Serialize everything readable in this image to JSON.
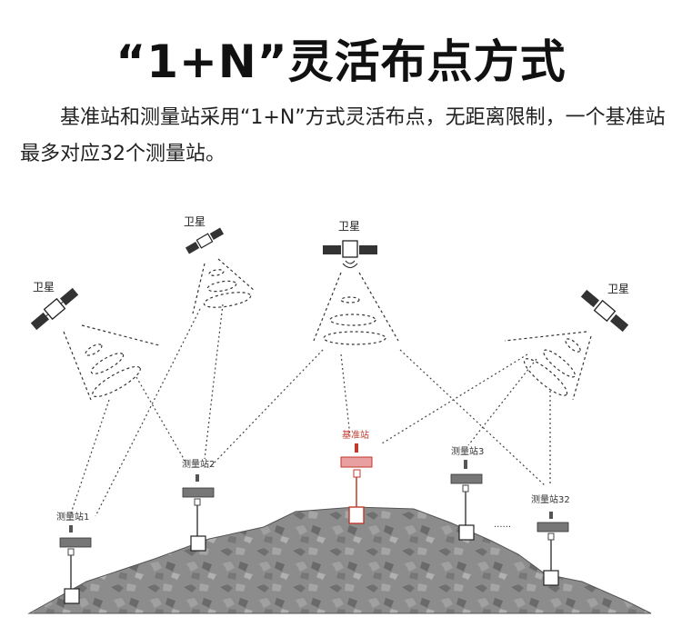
{
  "header": {
    "title": "“1+N”灵活布点方式",
    "description": "基准站和测量站采用“1+N”方式灵活布点，无距离限制，一个基准站最多对应32个测量站。"
  },
  "diagram": {
    "satellites": [
      {
        "label": "卫星"
      },
      {
        "label": "卫星"
      },
      {
        "label": "卫星"
      },
      {
        "label": "卫星"
      }
    ],
    "base_station": {
      "label": "基准站"
    },
    "stations": [
      {
        "label": "测量站1"
      },
      {
        "label": "测量站2"
      },
      {
        "label": "测量站3"
      },
      {
        "label": "测量站32"
      }
    ],
    "ellipsis": "......",
    "colors": {
      "base": "#c0392b",
      "line": "#444444",
      "terrain": "#8a8a8a"
    }
  }
}
